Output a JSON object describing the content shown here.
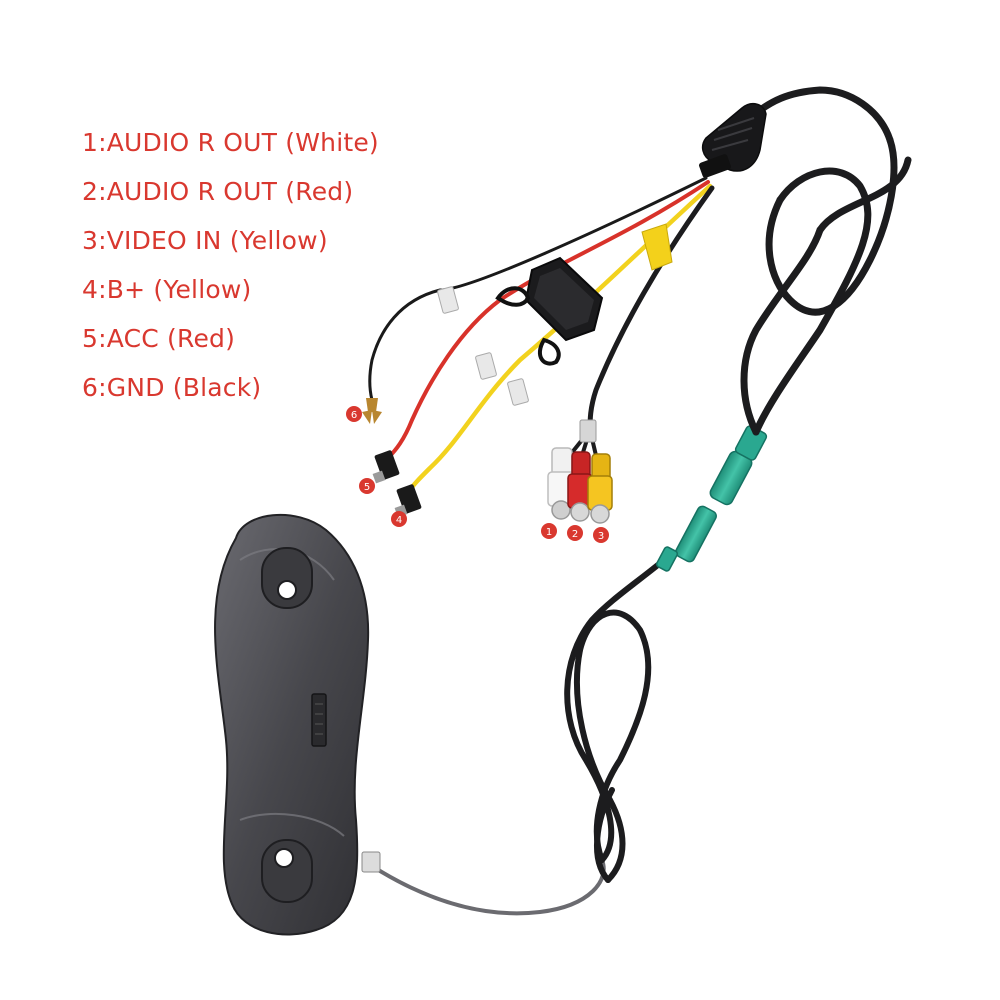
{
  "legend": {
    "items": [
      {
        "text": "1:AUDIO R OUT (White)"
      },
      {
        "text": "2:AUDIO R OUT (Red)"
      },
      {
        "text": "3:VIDEO IN (Yellow)"
      },
      {
        "text": "4:B+ (Yellow)"
      },
      {
        "text": "5:ACC (Red)"
      },
      {
        "text": "6:GND (Black)"
      }
    ]
  },
  "markers": [
    "1",
    "2",
    "3",
    "4",
    "5",
    "6"
  ],
  "colors": {
    "legend_text": "#d9382f",
    "marker_fill": "#d9382f",
    "cable": "#1c1c1e",
    "wire_red": "#d8322a",
    "wire_yellow": "#f2d21e",
    "wire_black": "#1a1a1a",
    "rca_white": "#f1f1f1",
    "rca_red": "#d62b2b",
    "rca_yellow": "#f5c521",
    "connector_green": "#2aa890",
    "housing": "#4a4a4e"
  }
}
